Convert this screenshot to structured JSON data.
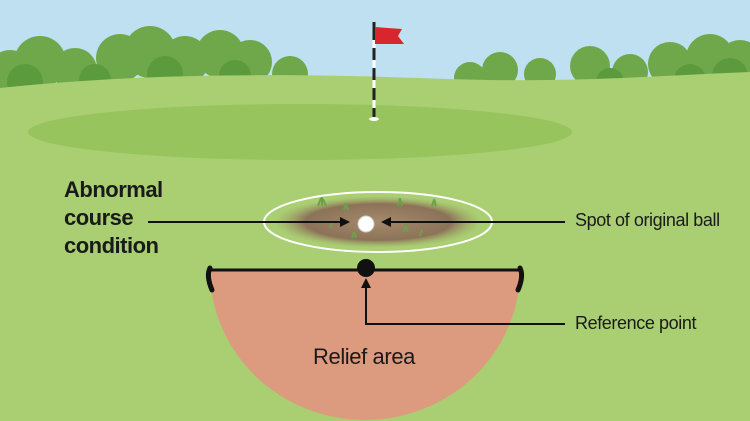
{
  "labels": {
    "abnormal_line1": "Abnormal",
    "abnormal_line2": "course",
    "abnormal_line3": "condition",
    "spot_of_original_ball": "Spot of original ball",
    "reference_point": "Reference point",
    "relief_area": "Relief area"
  },
  "colors": {
    "sky": "#bfe0f0",
    "fairway": "#a9cf72",
    "green": "#97c45d",
    "relief_area": "#dc9a7f",
    "flag": "#d8262e",
    "abnormal_patch": "#8c7258"
  }
}
